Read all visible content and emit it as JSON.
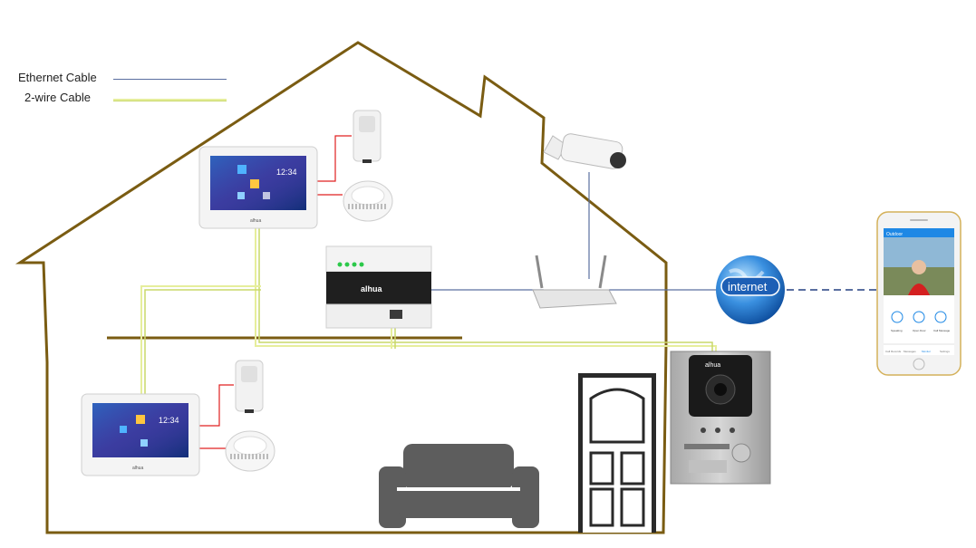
{
  "legend": {
    "ethernet_label": "Ethernet Cable",
    "two_wire_label": "2-wire Cable",
    "ethernet_color": "#5a6fa0",
    "two_wire_color": "#d4e07a"
  },
  "colors": {
    "house_outline": "#7a5c12",
    "sensor_wire": "#e02020",
    "sofa": "#5d5d5d",
    "door": "#2a2a2a",
    "globe": "#2a7fd0"
  },
  "devices": {
    "indoor_monitor_time": "12:34",
    "switch_brand": "alhua",
    "vto_brand": "alhua",
    "monitor_brand": "alhua",
    "internet_label": "internet"
  },
  "phone_app": {
    "header": "Outdoor",
    "buttons": [
      "Speaking",
      "Open Door",
      "Call Message"
    ],
    "tabs": [
      "Call Records",
      "Messages",
      "Monitor",
      "Settings"
    ]
  }
}
